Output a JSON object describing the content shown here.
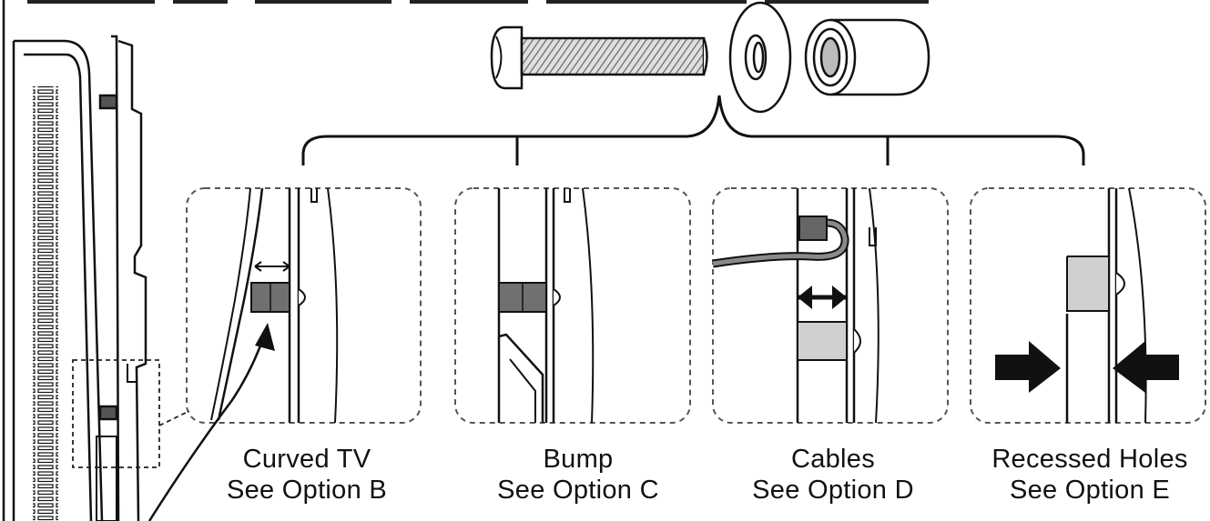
{
  "options": [
    {
      "title": "Curved TV",
      "ref": "See Option B"
    },
    {
      "title": "Bump",
      "ref": "See Option C"
    },
    {
      "title": "Cables",
      "ref": "See Option D"
    },
    {
      "title": "Recessed Holes",
      "ref": "See Option E"
    }
  ],
  "parts": [
    "bolt-icon",
    "washer-icon",
    "spacer-icon"
  ],
  "colors": {
    "ink": "#111111",
    "spacer": "#6e6e6e",
    "spacer_light": "#cfcfcf",
    "dash": "#555555"
  }
}
